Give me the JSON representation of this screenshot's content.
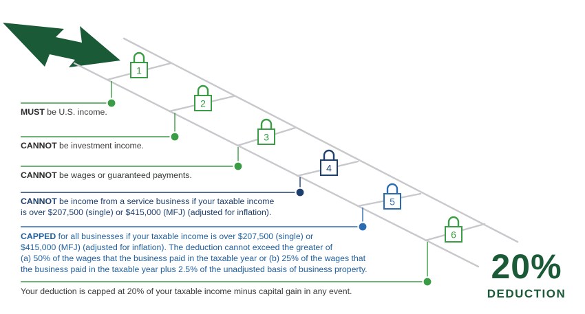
{
  "colors": {
    "rail": "#c8c8cc",
    "green": "#3a9c45",
    "navy": "#1d3f6e",
    "blue": "#2b6cb0",
    "dark_green": "#1a5a37"
  },
  "icons": [
    "arrow-icon",
    "padlock-icon"
  ],
  "steps": [
    {
      "number": "1",
      "bold": "MUST",
      "text": " be U.S. income."
    },
    {
      "number": "2",
      "bold": "CANNOT",
      "text": " be investment income."
    },
    {
      "number": "3",
      "bold": "CANNOT",
      "text": " be wages or guaranteed payments."
    },
    {
      "number": "4",
      "bold": "CANNOT",
      "text": " be income from a service business if your taxable income",
      "text2": "is over $207,500 (single) or $415,000 (MFJ) (adjusted for inflation)."
    },
    {
      "number": "5",
      "bold": "CAPPED",
      "text": " for all businesses if your taxable income is over $207,500 (single) or",
      "text2": "$415,000 (MFJ) (adjusted for inflation).  The deduction cannot exceed the greater of",
      "text3": "(a) 50% of the wages that the business paid in the taxable year or (b) 25% of the wages that",
      "text4": "the business paid in the taxable year plus 2.5% of the unadjusted basis of business property."
    },
    {
      "number": "6",
      "text": "Your deduction is capped at 20% of your taxable income minus capital gain in any event."
    }
  ],
  "badge": {
    "value": "20%",
    "label": "DEDUCTION"
  }
}
